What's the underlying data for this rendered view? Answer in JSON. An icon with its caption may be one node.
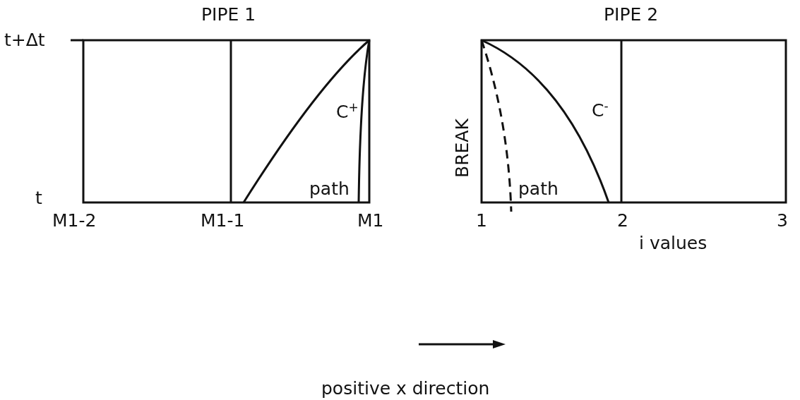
{
  "diagram": {
    "labels": [
      "PIPE 1",
      "PIPE 2",
      "t+Δt",
      "t",
      "M1-2",
      "M1-1",
      "M1",
      "C$^{+}$",
      "path",
      "BREAK",
      "C$^{-}$",
      "path",
      "1",
      "2",
      "3",
      "i values",
      "positive x direction"
    ]
  }
}
